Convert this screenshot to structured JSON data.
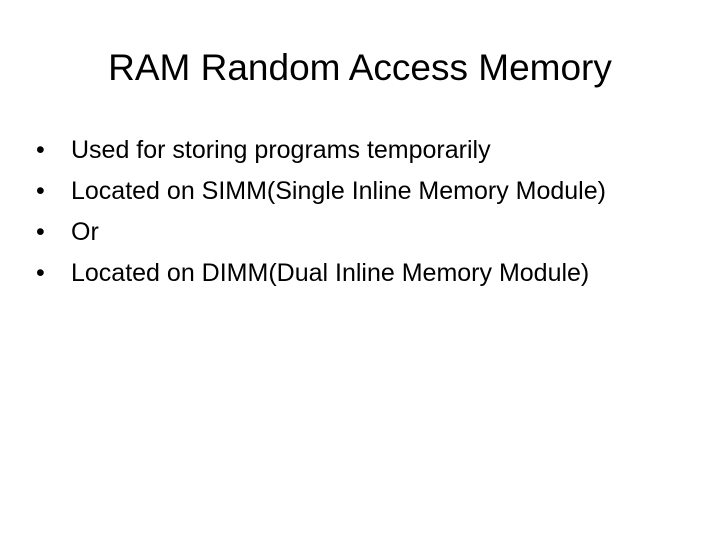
{
  "slide": {
    "title": "RAM Random Access Memory",
    "bullet_marker": "•",
    "bullets": [
      "Used for storing programs temporarily",
      "Located on SIMM(Single Inline Memory Module)",
      "Or",
      "Located on DIMM(Dual Inline Memory Module)"
    ]
  }
}
